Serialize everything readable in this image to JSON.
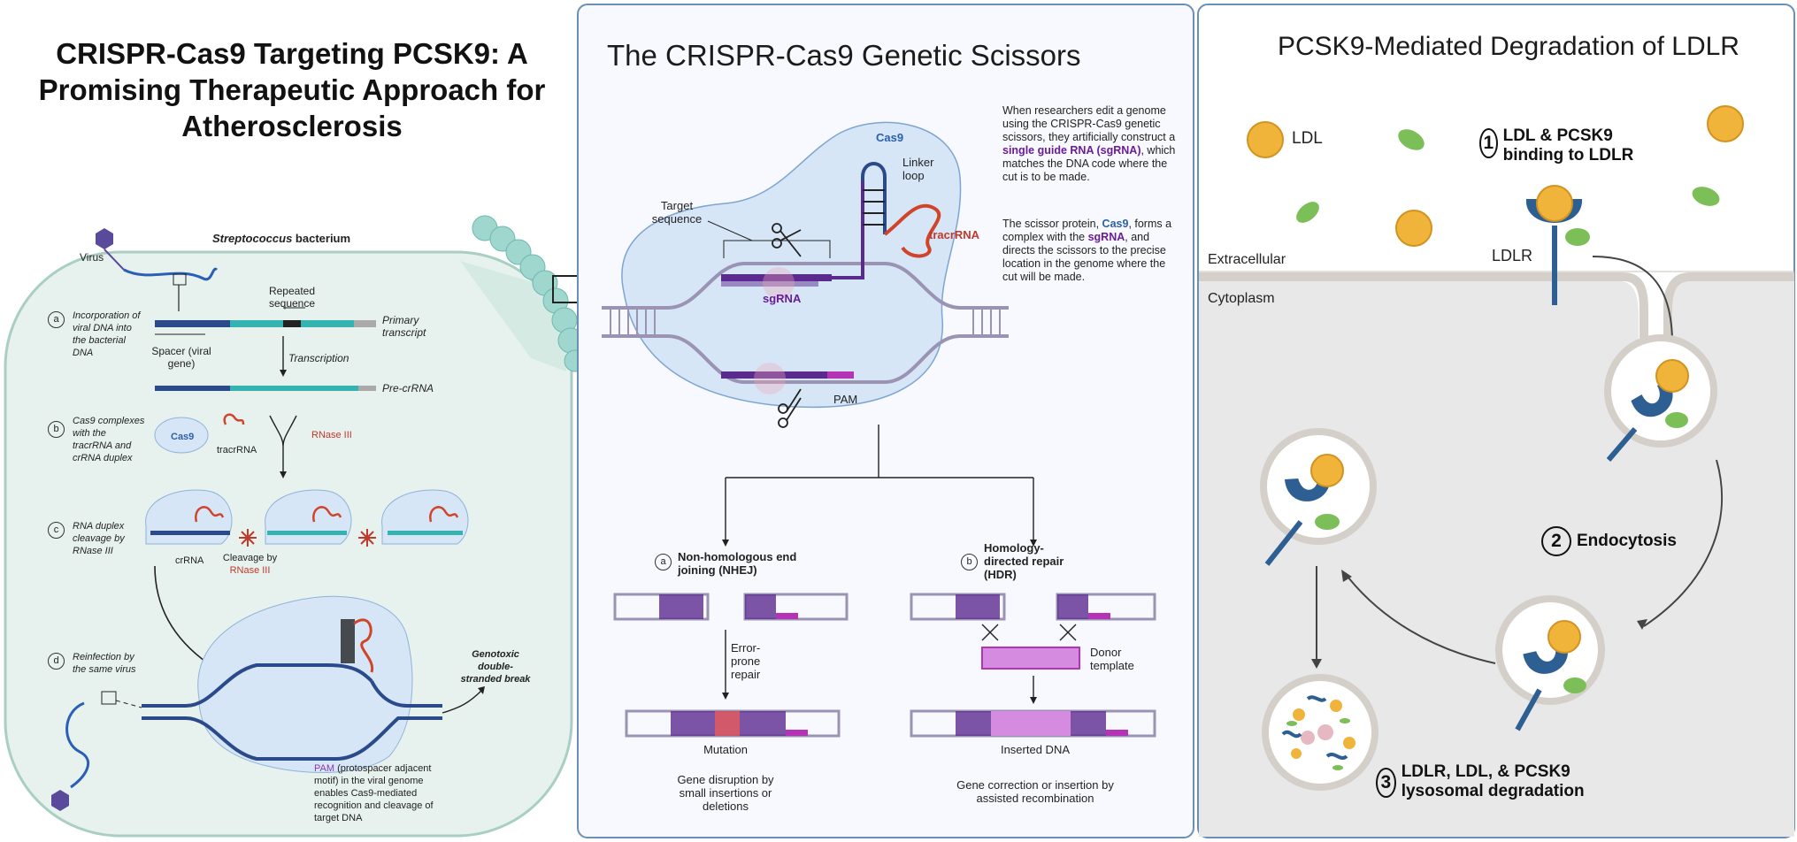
{
  "title": "CRISPR-Cas9 Targeting PCSK9: A Promising Therapeutic Approach for Atherosclerosis",
  "bacterium": {
    "title_italic": "Streptococcus",
    "title_rest": " bacterium",
    "virus_label": "Virus",
    "repeated_sequence": "Repeated sequence",
    "primary_transcript": "Primary transcript",
    "spacer": "Spacer (viral gene)",
    "transcription": "Transcription",
    "pre_crrna": "Pre-crRNA",
    "cas9": "Cas9",
    "tracrrna": "tracrRNA",
    "rnase3": "RNase III",
    "crrna": "crRNA",
    "cleavage_by": "Cleavage by",
    "genotoxic": "Genotoxic double-stranded break",
    "pam_word": "PAM",
    "pam_note": " (protospacer adjacent motif) in the viral genome enables Cas9-mediated recognition and cleavage of target DNA",
    "steps": [
      {
        "letter": "a",
        "text": "Incorporation of viral DNA into the bacterial DNA"
      },
      {
        "letter": "b",
        "text": "Cas9 complexes with the tracrRNA and crRNA duplex"
      },
      {
        "letter": "c",
        "text": "RNA duplex cleavage by RNase III"
      },
      {
        "letter": "d",
        "text": "Reinfection by the same virus"
      }
    ]
  },
  "scissors": {
    "title": "The CRISPR-Cas9 Genetic Scissors",
    "cas9": "Cas9",
    "linker_loop": "Linker loop",
    "target_sequence": "Target sequence",
    "tracrrna": "tracrRNA",
    "sgrna": "sgRNA",
    "pam": "PAM",
    "para1_a": "When researchers edit a genome using the CRISPR-Cas9 genetic scissors, they artificially construct a ",
    "para1_b": "single guide RNA (sgRNA)",
    "para1_c": ", which matches the DNA code where the cut is to be made.",
    "para2_a": "The scissor protein, ",
    "para2_b": "Cas9",
    "para2_c": ", forms a complex with the ",
    "para2_d": "sgRNA",
    "para2_e": ", and directs the scissors to the precise location in the genome where the cut will be made.",
    "nhej": {
      "letter": "a",
      "title": "Non-homologous end joining (NHEJ)",
      "repair": "Error-prone repair",
      "result": "Mutation",
      "caption": "Gene disruption by small insertions or deletions"
    },
    "hdr": {
      "letter": "b",
      "title": "Homology-directed repair (HDR)",
      "donor": "Donor template",
      "result": "Inserted DNA",
      "caption": "Gene correction or insertion by assisted recombination"
    }
  },
  "pcsk9": {
    "title": "PCSK9-Mediated Degradation of LDLR",
    "ldl": "LDL",
    "ldlr": "LDLR",
    "extracellular": "Extracellular",
    "cytoplasm": "Cytoplasm",
    "steps": [
      {
        "number": "1",
        "text": "LDL & PCSK9 binding to LDLR"
      },
      {
        "number": "2",
        "text": "Endocytosis"
      },
      {
        "number": "3",
        "text": "LDLR, LDL, & PCSK9 lysosomal degradation"
      }
    ]
  },
  "colors": {
    "cell_fill": "#e7f2ee",
    "cell_border": "#a9cfc4",
    "panel_border": "#6b8fb5",
    "dna_grey": "#9b93b4",
    "dna_purple": "#5b2a8f",
    "dna_blue": "#2a4a8a",
    "dna_teal": "#35b3b0",
    "rna_red": "#d0452a",
    "cas9_fill": "#d6e6f7",
    "ldl_gold": "#f0b43a",
    "pcsk9_green": "#7cbf58",
    "ldlr_blue": "#2e5f93",
    "membrane": "#d4cfc8",
    "cytoplasm": "#e8e8e8"
  }
}
